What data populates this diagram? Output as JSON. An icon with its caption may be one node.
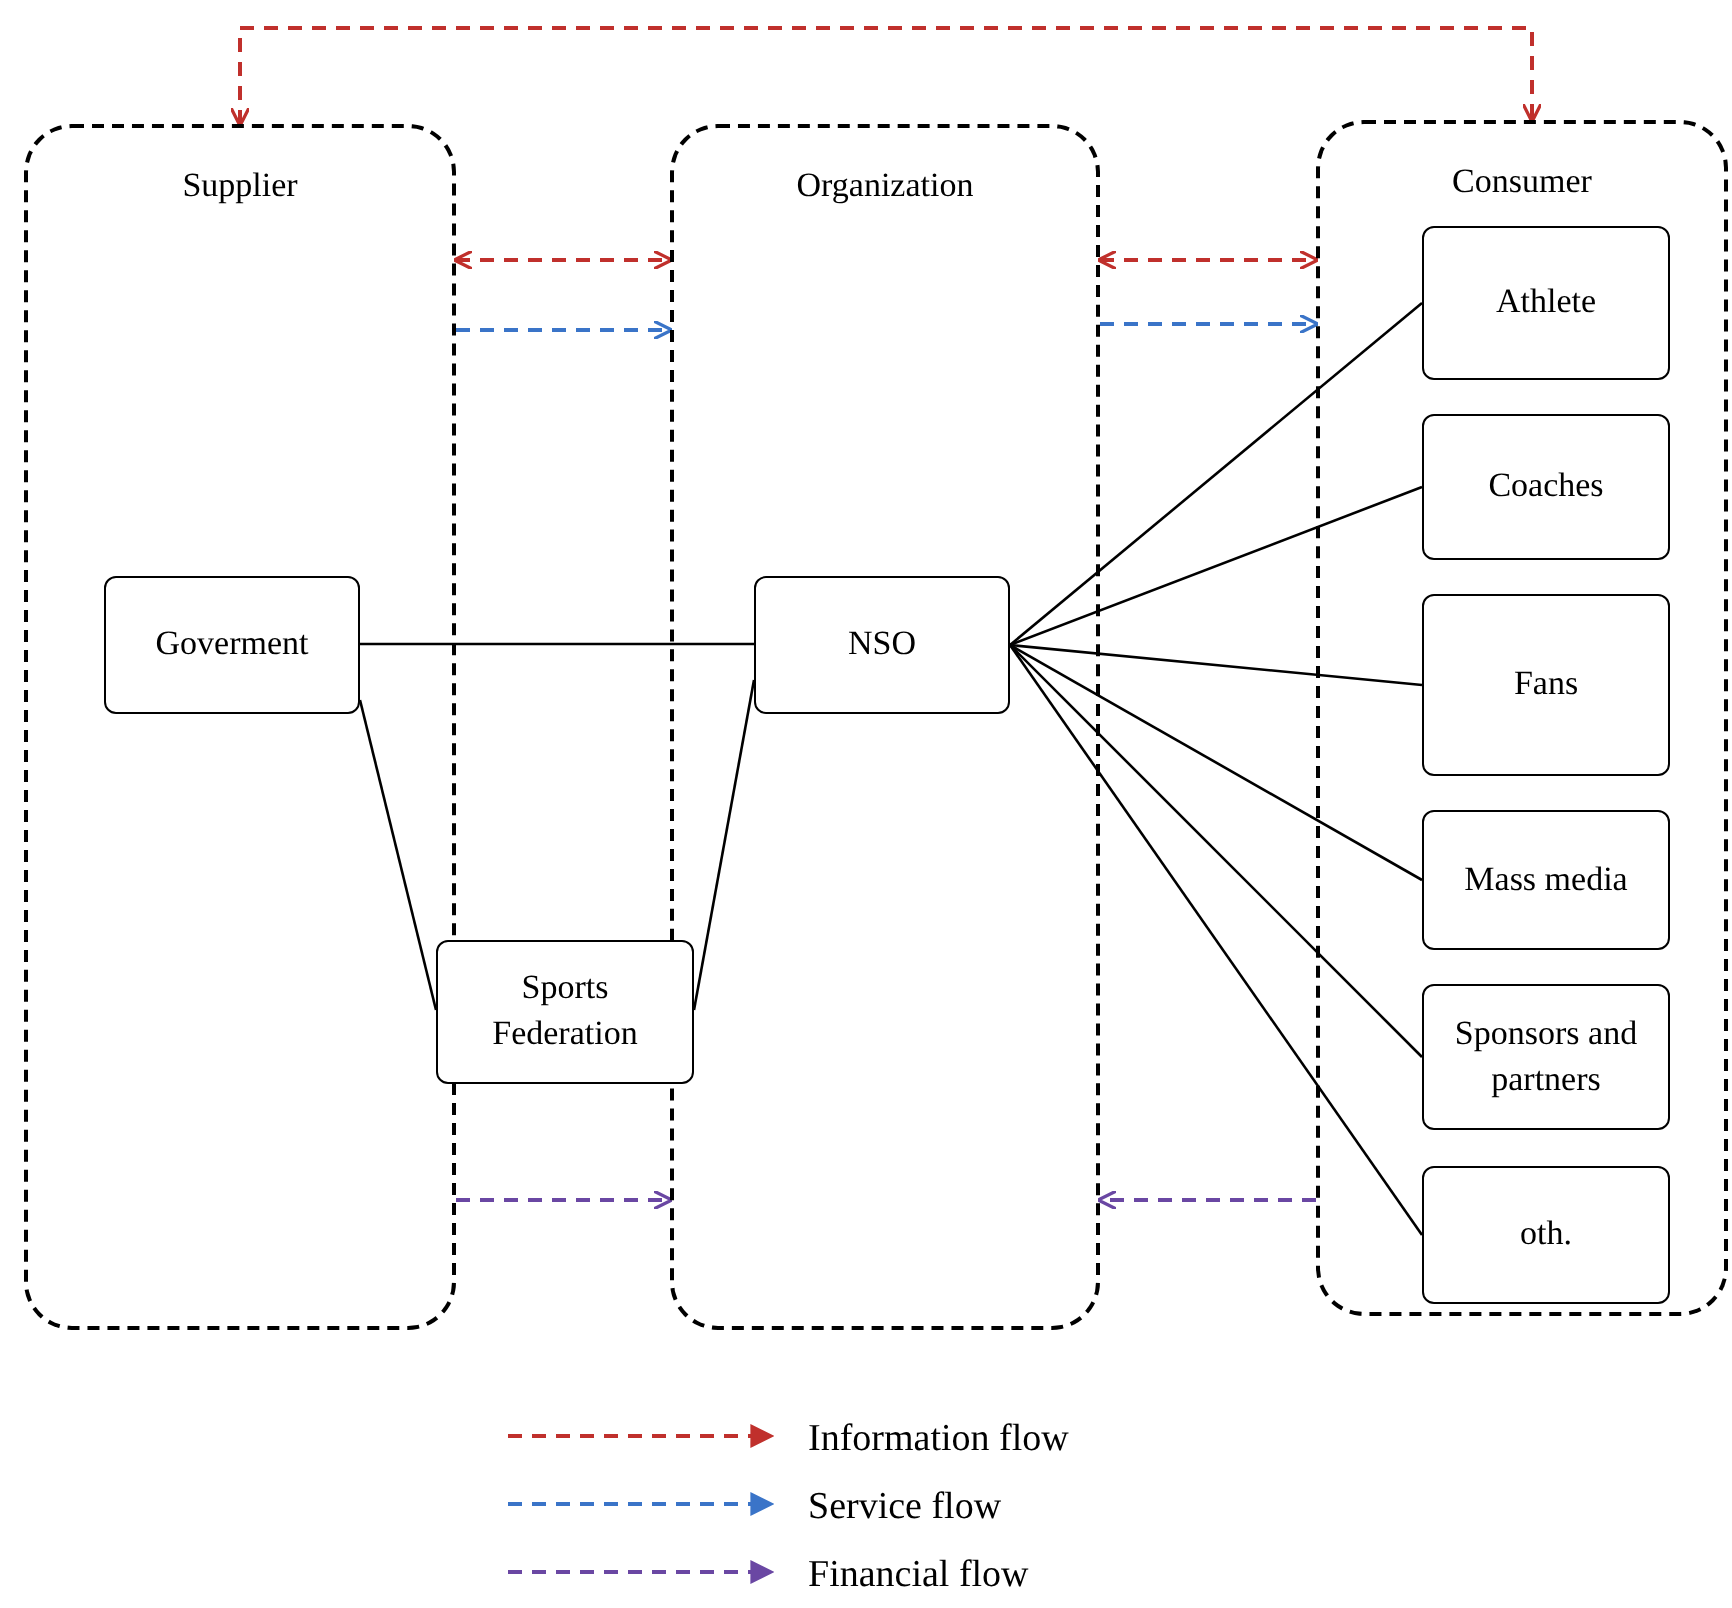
{
  "diagram": {
    "nodes": [
      {
        "text": [
          "Supplier"
        ]
      },
      {
        "text": [
          "Organization"
        ]
      },
      {
        "text": [
          "Consumer"
        ]
      },
      {
        "text": [
          "Goverment"
        ],
        "in": 0
      },
      {
        "text": [
          "Sports Federation"
        ]
      },
      {
        "text": [
          "NSO"
        ],
        "in": 1
      },
      {
        "text": [
          "Athlete"
        ],
        "in": 2
      },
      {
        "text": [
          "Coaches"
        ],
        "in": 2
      },
      {
        "text": [
          "Fans"
        ],
        "in": 2
      },
      {
        "text": [
          "Mass media"
        ],
        "in": 2
      },
      {
        "text": [
          "Sponsors and partners"
        ],
        "in": 2
      },
      {
        "text": [
          "oth."
        ],
        "in": 2
      }
    ],
    "edges": [
      {
        "from": 0,
        "to": 2,
        "arrow": "both",
        "style": "dashed",
        "color": "#c0302c"
      },
      {
        "from": 0,
        "to": 1,
        "arrow": "both",
        "style": "dashed",
        "color": "#c0302c"
      },
      {
        "from": 0,
        "to": 1,
        "arrow": "to",
        "style": "dashed",
        "color": "#3a74c8"
      },
      {
        "from": 1,
        "to": 2,
        "arrow": "both",
        "style": "dashed",
        "color": "#c0302c"
      },
      {
        "from": 1,
        "to": 2,
        "arrow": "to",
        "style": "dashed",
        "color": "#3a74c8"
      },
      {
        "from": 0,
        "to": 1,
        "arrow": "to",
        "style": "dashed",
        "color": "#6a47a3"
      },
      {
        "from": 2,
        "to": 1,
        "arrow": "to",
        "style": "dashed",
        "color": "#6a47a3"
      },
      {
        "from": 3,
        "to": 5,
        "arrow": "none"
      },
      {
        "from": 3,
        "to": 4,
        "arrow": "none"
      },
      {
        "from": 4,
        "to": 5,
        "arrow": "none"
      },
      {
        "from": 5,
        "to": 6,
        "arrow": "none"
      },
      {
        "from": 5,
        "to": 7,
        "arrow": "none"
      },
      {
        "from": 5,
        "to": 8,
        "arrow": "none"
      },
      {
        "from": 5,
        "to": 9,
        "arrow": "none"
      },
      {
        "from": 5,
        "to": 10,
        "arrow": "none"
      },
      {
        "from": 5,
        "to": 11,
        "arrow": "none"
      }
    ],
    "legend": [
      {
        "text": "Information flow"
      },
      {
        "text": "Service flow"
      },
      {
        "text": "Financial flow"
      }
    ]
  }
}
